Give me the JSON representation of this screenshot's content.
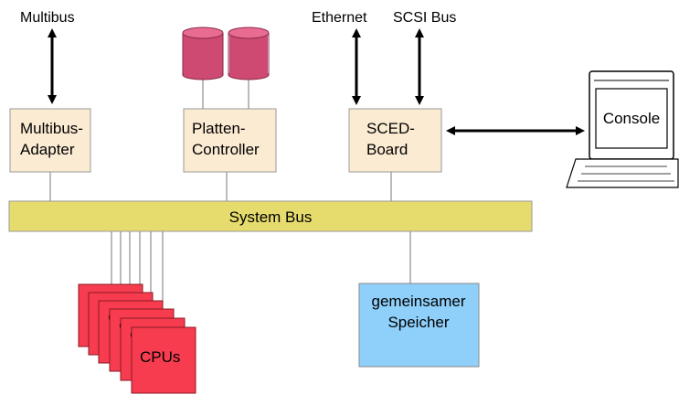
{
  "external_labels": {
    "multibus": "Multibus",
    "ethernet": "Ethernet",
    "scsi_bus": "SCSI Bus"
  },
  "boxes": {
    "multibus_adapter": [
      "Multibus-",
      "Adapter"
    ],
    "platten_controller": [
      "Platten-",
      "Controller"
    ],
    "sced_board": [
      "SCED-",
      "Board"
    ],
    "system_bus": "System Bus",
    "gemeinsamer_speicher": [
      "gemeinsamer",
      "Speicher"
    ],
    "cpus": "CPUs",
    "cpu_stack_partial": "C"
  },
  "console": {
    "label": "Console"
  },
  "colors": {
    "box_fill": "#fcebd3",
    "bus_fill": "#e6dc6e",
    "memory_fill": "#8fd0fa",
    "cpu_fill": "#f63c4e",
    "disk_fill": "#cf4a72"
  }
}
